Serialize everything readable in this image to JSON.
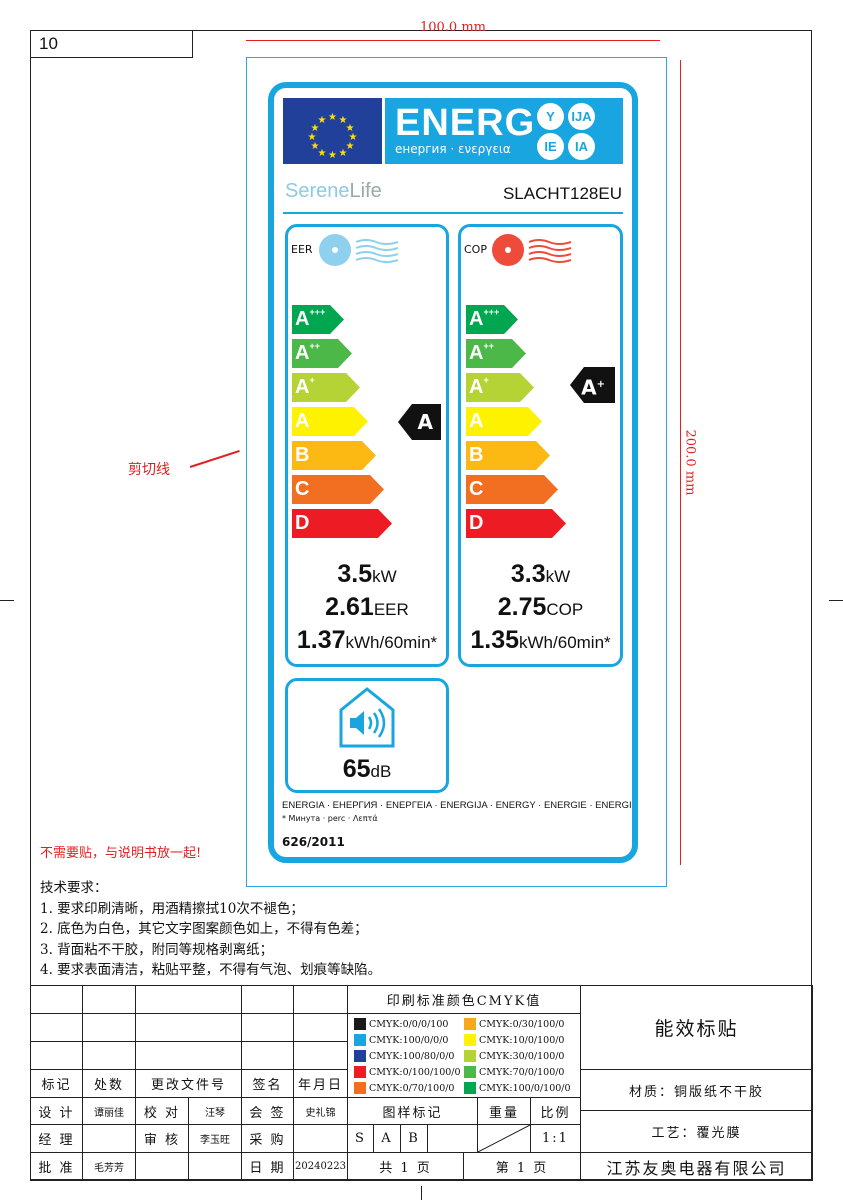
{
  "sheet": {
    "number": "10",
    "dim_width": "100.0 mm",
    "dim_height": "200.0 mm",
    "cut_line": "剪切线",
    "note": "不需要贴，与说明书放一起!"
  },
  "label": {
    "energ": "ENERG",
    "energ_sub": "енергия · ενεργεια",
    "suffixes": [
      "Y",
      "IJA",
      "IE",
      "IA"
    ],
    "brand_a": "Serene",
    "brand_b": "Life",
    "model": "SLACHT128EU",
    "eer": {
      "title": "EER",
      "rating": "A",
      "kw": "3.5",
      "kw_unit": "kW",
      "ratio": "2.61",
      "ratio_unit": "EER",
      "kwh": "1.37",
      "kwh_unit": "kWh/60min*"
    },
    "cop": {
      "title": "COP",
      "rating": "A",
      "rating_sup": "+",
      "kw": "3.3",
      "kw_unit": "kW",
      "ratio": "2.75",
      "ratio_unit": "COP",
      "kwh": "1.35",
      "kwh_unit": "kWh/60min*"
    },
    "classes": [
      {
        "l": "A",
        "s": "+++",
        "c": "#00a650"
      },
      {
        "l": "A",
        "s": "++",
        "c": "#4cb847"
      },
      {
        "l": "A",
        "s": "+",
        "c": "#b5d334"
      },
      {
        "l": "A",
        "s": "",
        "c": "#fff200"
      },
      {
        "l": "B",
        "s": "",
        "c": "#fdb913"
      },
      {
        "l": "C",
        "s": "",
        "c": "#f26f22"
      },
      {
        "l": "D",
        "s": "",
        "c": "#ed1c24"
      }
    ],
    "noise": "65",
    "noise_unit": "dB",
    "languages": "ENERGIA · ЕНЕРГИЯ · ΕΝΕΡΓΕΙΑ · ENERGIJA · ENERGY · ENERGIE · ENERGI",
    "minute_note": "* Минута · perc · Λεπτά",
    "regulation": "626/2011"
  },
  "requirements": {
    "title": "技术要求：",
    "items": [
      "1. 要求印刷清晰，用酒精擦拭10次不褪色；",
      "2. 底色为白色，其它文字图案颜色如上，不得有色差；",
      "3. 背面粘不干胶，附同等规格剥离纸；",
      "4. 要求表面清洁，粘贴平整，不得有气泡、划痕等缺陷。"
    ]
  },
  "titleblock": {
    "headers": [
      "标记",
      "处数",
      "更改文件号",
      "签名",
      "年月日"
    ],
    "design": "设 计",
    "designer": "谭丽佳",
    "check": "校 对",
    "checker": "汪琴",
    "countersign": "会 签",
    "countersigner": "史礼锦",
    "manager": "经 理",
    "review": "审 核",
    "reviewer": "李玉旺",
    "purchase": "采 购",
    "approve": "批 准",
    "approver": "毛芳芳",
    "date_label": "日 期",
    "date": "20240223",
    "cmyk_title": "印刷标准颜色CMYK值",
    "swatches": [
      {
        "c": "#1a1a1a",
        "t": "CMYK:0/0/0/100"
      },
      {
        "c": "#f7a81b",
        "t": "CMYK:0/30/100/0"
      },
      {
        "c": "#19a6e0",
        "t": "CMYK:100/0/0/0"
      },
      {
        "c": "#fff200",
        "t": "CMYK:10/0/100/0"
      },
      {
        "c": "#21409a",
        "t": "CMYK:100/80/0/0"
      },
      {
        "c": "#b5d334",
        "t": "CMYK:30/0/100/0"
      },
      {
        "c": "#ed1c24",
        "t": "CMYK:0/100/100/0"
      },
      {
        "c": "#4cb847",
        "t": "CMYK:70/0/100/0"
      },
      {
        "c": "#f26f22",
        "t": "CMYK:0/70/100/0"
      },
      {
        "c": "#00a650",
        "t": "CMYK:100/0/100/0"
      }
    ],
    "pattern_mark": "图样标记",
    "weight": "重量",
    "scale_label": "比例",
    "marks": [
      "S",
      "A",
      "B"
    ],
    "scale": "1:1",
    "total_pages": "共 1 页",
    "page": "第 1 页",
    "title": "能效标贴",
    "material": "材质：铜版纸不干胶",
    "process": "工艺：覆光膜",
    "company": "江苏友奥电器有限公司"
  }
}
